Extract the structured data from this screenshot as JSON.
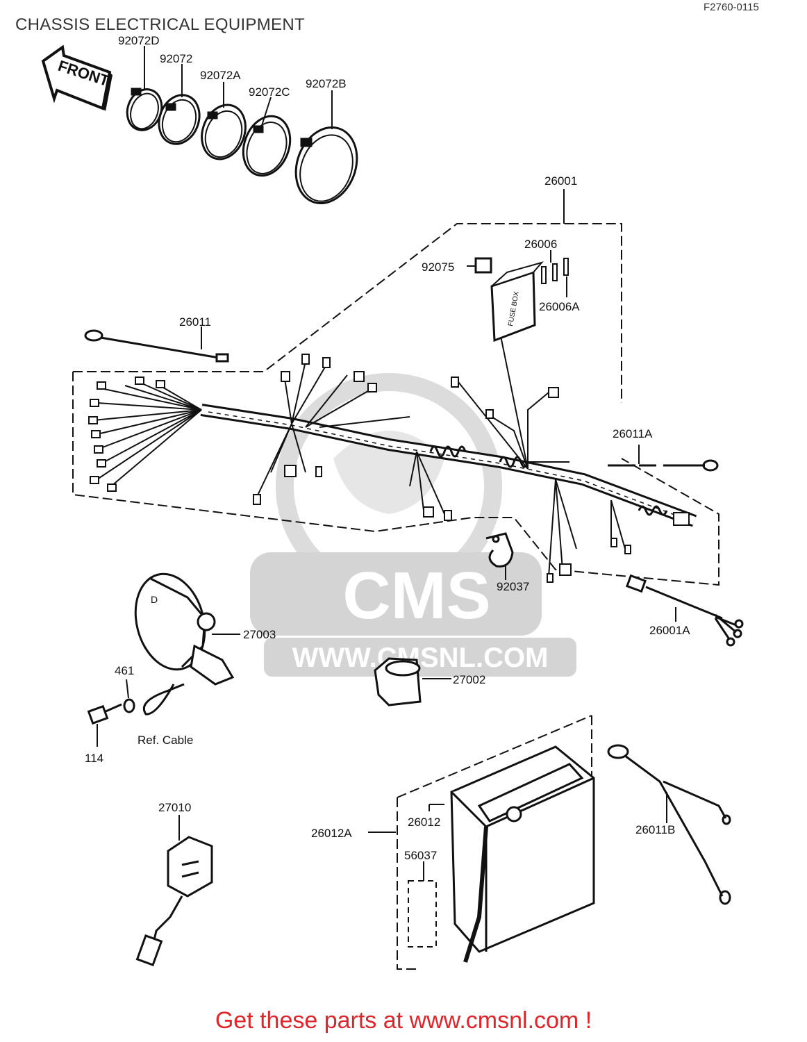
{
  "page": {
    "title": "CHASSIS ELECTRICAL EQUIPMENT",
    "figure_code": "F2760-0115",
    "cta_text": "Get these parts at www.cmsnl.com !",
    "cta_color": "#e0252a"
  },
  "watermark": {
    "brand": "CMS",
    "url": "WWW.CMSNL.COM",
    "color": "#d9d9d9"
  },
  "direction_arrow": {
    "text": "FRONT"
  },
  "parts": {
    "p92072D": "92072D",
    "p92072": "92072",
    "p92072A": "92072A",
    "p92072C": "92072C",
    "p92072B": "92072B",
    "p26001": "26001",
    "p26006": "26006",
    "p92075": "92075",
    "p26006A": "26006A",
    "p26011": "26011",
    "p26011A": "26011A",
    "p92037": "92037",
    "p26001A": "26001A",
    "p27003": "27003",
    "p461": "461",
    "ref_cable": "Ref.  Cable",
    "p114": "114",
    "p27002": "27002",
    "p27010": "27010",
    "p26012A": "26012A",
    "p26012": "26012",
    "p56037": "56037",
    "p26011B": "26011B"
  },
  "fuse_box_text": "FUSE BOX"
}
